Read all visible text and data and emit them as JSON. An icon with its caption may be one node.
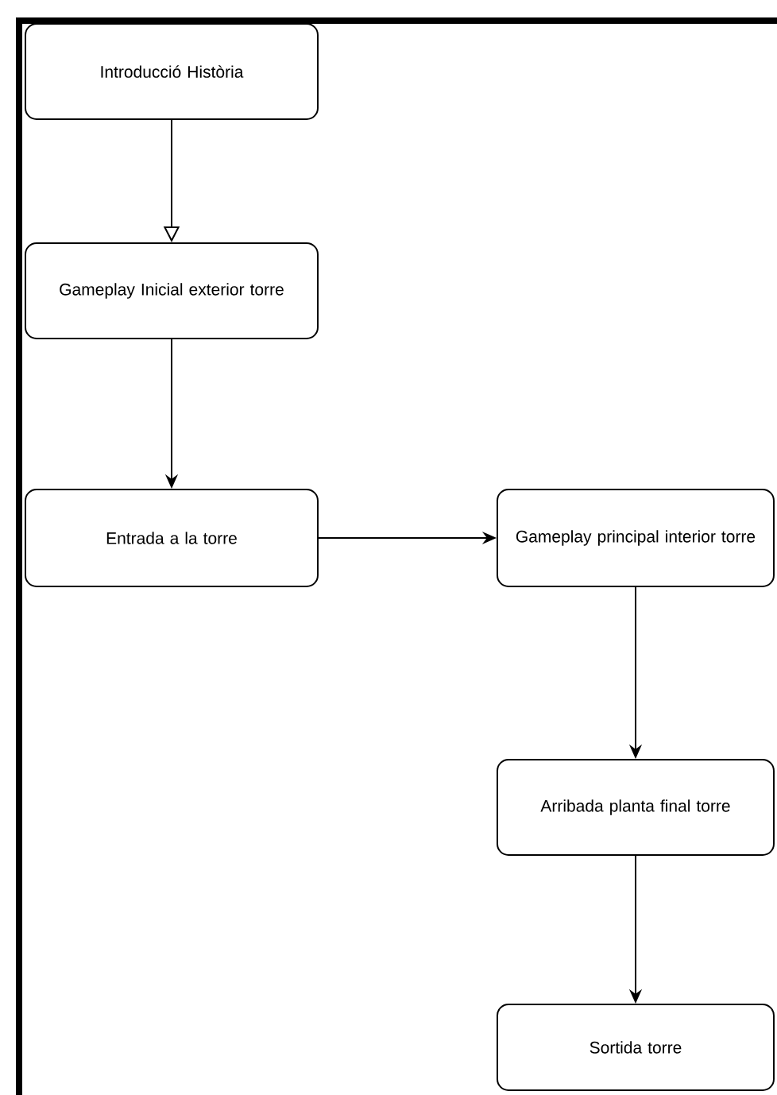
{
  "diagram": {
    "nodes": [
      {
        "text": [
          "Introducció Història"
        ]
      },
      {
        "text": [
          "Gameplay Inicial exterior torre"
        ]
      },
      {
        "text": [
          "Entrada a la torre"
        ]
      },
      {
        "text": [
          "Gameplay principal interior torre"
        ]
      },
      {
        "text": [
          "Arribada planta final torre"
        ]
      },
      {
        "text": [
          "Sortida torre"
        ]
      }
    ],
    "edges": [
      {
        "from": 0,
        "to": 1,
        "arrow": "to"
      },
      {
        "from": 1,
        "to": 2,
        "arrow": "to"
      },
      {
        "from": 2,
        "to": 3,
        "arrow": "to"
      },
      {
        "from": 3,
        "to": 4,
        "arrow": "to"
      },
      {
        "from": 4,
        "to": 5,
        "arrow": "to"
      }
    ]
  }
}
